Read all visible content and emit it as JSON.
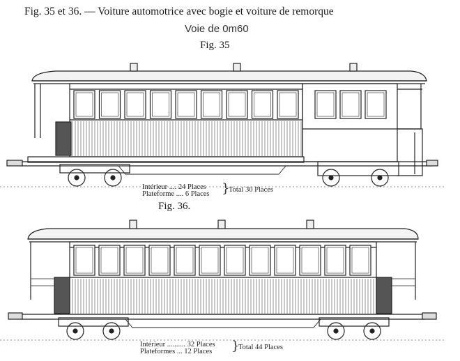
{
  "header": {
    "title": "Fig. 35 et 36. — Voiture automotrice avec bogie et voiture de remorque",
    "gauge": "Voie de 0m60",
    "fig35_label": "Fig. 35",
    "fig36_label": "Fig. 36."
  },
  "fig35": {
    "interieur": "Intérieur .... 24 Places",
    "plateforme": "Plateforme .... 6 Places",
    "total": "Total 30 Places"
  },
  "fig36": {
    "interieur": "Intérieur .......... 32 Places",
    "plateformes": "Plateformes ... 12 Places",
    "total": "Total 44 Places"
  },
  "drawing": {
    "ink_color": "#222222",
    "window_count_fig35_passenger": 9,
    "window_count_fig35_cab": 3,
    "window_count_fig36": 12
  }
}
